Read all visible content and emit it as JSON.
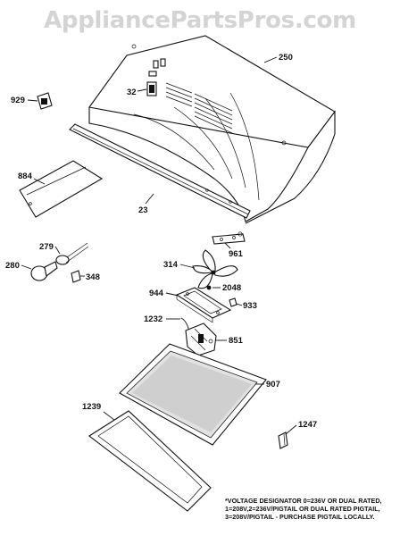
{
  "watermark": "AppliancePartsPros.com",
  "parts": {
    "p250": "250",
    "p929": "929",
    "p32": "32",
    "p884": "884",
    "p23": "23",
    "p961": "961",
    "p279": "279",
    "p280": "280",
    "p348": "348",
    "p314": "314",
    "p944": "944",
    "p2048": "2048",
    "p933": "933",
    "p1232": "1232",
    "p851": "851",
    "p907": "907",
    "p1239": "1239",
    "p1247": "1247"
  },
  "note": {
    "line1": "*VOLTAGE DESIGNATOR 0=236V OR DUAL RATED,",
    "line2": "1=208V,2=236V/PIGTAIL OR DUAL RATED PIGTAIL,",
    "line3": "3=208V/PIGTAIL - PURCHASE PIGTAIL LOCALLY."
  }
}
